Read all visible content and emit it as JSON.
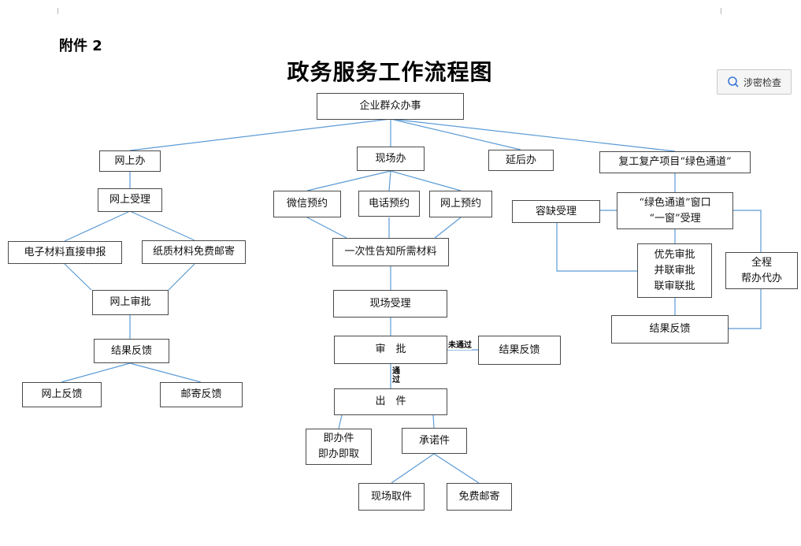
{
  "doc": {
    "attachment_label": "附件 2",
    "title": "政务服务工作流程图",
    "toolbar_button": "涉密检查"
  },
  "nodes": {
    "start": "企业群众办事",
    "online": "网上办",
    "onsite": "现场办",
    "deferred": "延后办",
    "green_project": "复工复产项目“绿色通道”",
    "online_accept": "网上受理",
    "wechat_booking": "微信预约",
    "phone_booking": "电话预约",
    "online_booking": "网上预约",
    "missing_accept": "容缺受理",
    "green_window": "“绿色通道”窗口\n“一窗”受理",
    "e_materials": "电子材料直接申报",
    "paper_materials": "纸质材料免费邮寄",
    "one_time_notice": "一次性告知所需材料",
    "priority_approval": "优先审批\n并联审批\n联审联批",
    "full_service": "全程\n帮办代办",
    "online_approval": "网上审批",
    "onsite_accept": "现场受理",
    "green_result": "结果反馈",
    "online_result": "结果反馈",
    "approval": "审　批",
    "fail_result": "结果反馈",
    "online_feedback": "网上反馈",
    "mail_feedback": "邮寄反馈",
    "issue": "出　件",
    "instant": "即办件\n即办即取",
    "promised": "承诺件",
    "onsite_pickup": "现场取件",
    "free_mail": "免费邮寄"
  },
  "edge_labels": {
    "not_passed": "未通过",
    "passed": "通\n过"
  },
  "colors": {
    "line": "#5b9bd5",
    "box_border": "#4a4a4a"
  }
}
